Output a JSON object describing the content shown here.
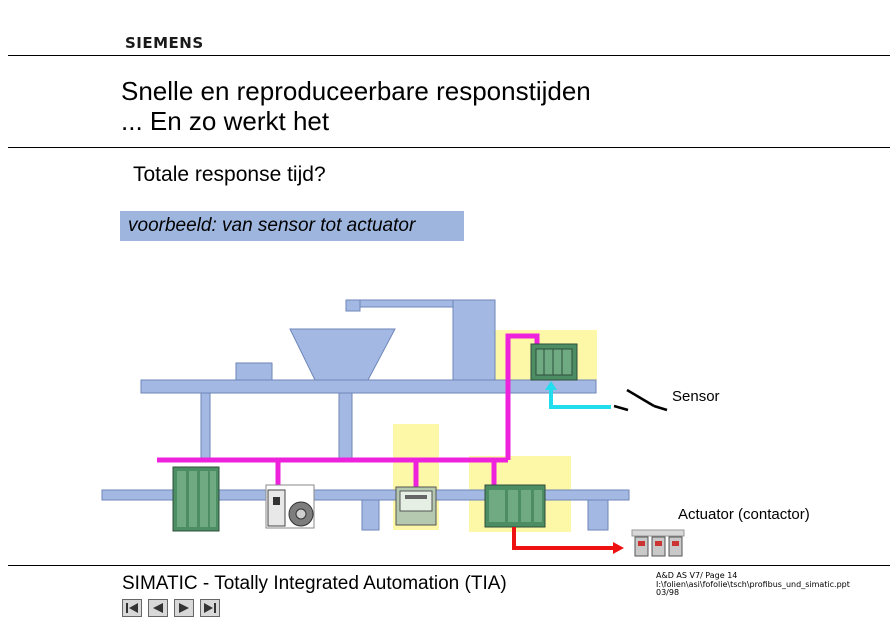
{
  "brand": {
    "logo_text": "SIEMENS"
  },
  "slide": {
    "title_line1": "Snelle en reproduceerbare responstijden",
    "title_line2": "... En zo werkt het",
    "question": "Totale response tijd?",
    "example_label": "voorbeeld: van sensor tot actuator"
  },
  "diagram": {
    "sensor_label": "Sensor",
    "actuator_label": "Actuator (contactor)",
    "colors": {
      "conveyor": "#a4b8e4",
      "station": "#fdf7a8",
      "bus": "#ee22dd",
      "sensor_line": "#22ddee",
      "actuator_line": "#ee1111",
      "plc": "#4d8d64"
    }
  },
  "footer": {
    "title": "SIMATIC - Totally Integrated Automation (TIA)",
    "meta_line1": "A&D AS V7/  Page 14",
    "meta_line2": "I:\\folien\\asi\\fofolie\\tsch\\profibus_und_simatic.ppt",
    "meta_line3": "03/98",
    "nav": [
      "first-icon",
      "previous-icon",
      "next-icon",
      "last-icon"
    ]
  }
}
